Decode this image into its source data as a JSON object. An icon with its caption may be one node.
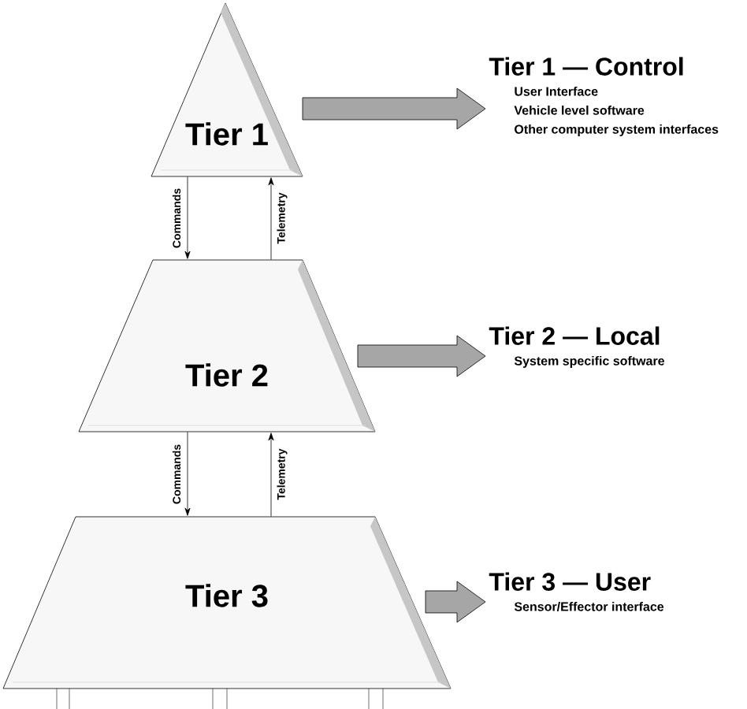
{
  "diagram": {
    "nodes": [
      {
        "text": [
          "Tier 1"
        ]
      },
      {
        "text": [
          "Tier 2"
        ]
      },
      {
        "text": [
          "Tier 3"
        ]
      },
      {
        "text": [
          "Tier 1 — Control",
          "User Interface",
          "Vehicle level software",
          "Other computer system interfaces"
        ]
      },
      {
        "text": [
          "Tier 2 — Local",
          "System specific software"
        ]
      },
      {
        "text": [
          "Tier 3 — User",
          "Sensor/Effector interface"
        ]
      }
    ],
    "edges": [
      {
        "from": 0,
        "to": 1,
        "arrow": "to",
        "label": "Commands"
      },
      {
        "from": 1,
        "to": 0,
        "arrow": "to",
        "label": "Telemetry"
      },
      {
        "from": 1,
        "to": 2,
        "arrow": "to",
        "label": "Commands"
      },
      {
        "from": 2,
        "to": 1,
        "arrow": "to",
        "label": "Telemetry"
      },
      {
        "from": 0,
        "to": 3,
        "arrow": "to",
        "style": "thick",
        "color": "#a6a6a6"
      },
      {
        "from": 1,
        "to": 4,
        "arrow": "to",
        "style": "thick",
        "color": "#a6a6a6"
      },
      {
        "from": 2,
        "to": 5,
        "arrow": "to",
        "style": "thick",
        "color": "#a6a6a6"
      }
    ]
  }
}
